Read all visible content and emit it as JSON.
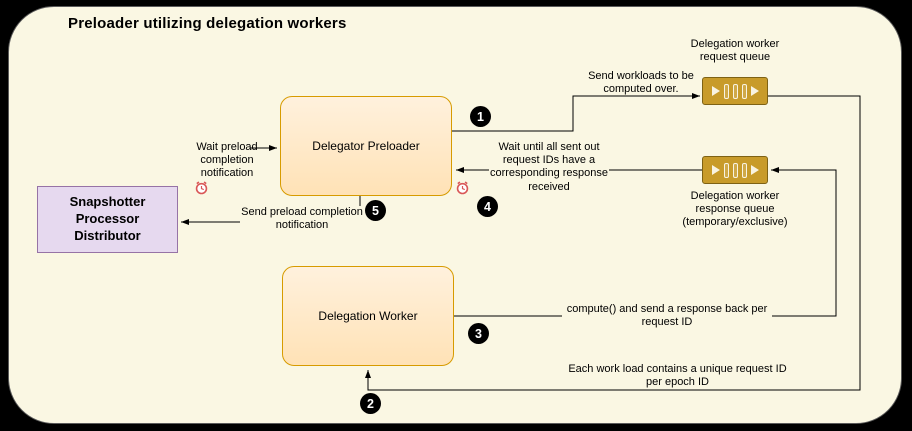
{
  "title": "Preloader utilizing delegation workers",
  "nodes": {
    "delegator_preloader": "Delegator Preloader",
    "delegation_worker": "Delegation Worker",
    "snapshotter": "Snapshotter Processor Distributor",
    "request_queue": "Delegation worker request queue",
    "response_queue": "Delegation worker response queue (temporary/exclusive)"
  },
  "edges": {
    "send_workloads": "Send workloads to be computed over.",
    "each_workload": "Each work load contains a unique request ID per epoch ID",
    "compute_response": "compute() and send a response back per request ID",
    "wait_responses": "Wait until all sent out request IDs have a corresponding response received",
    "send_preload": "Send preload completion notification",
    "wait_preload": "Wait preload completion notification"
  },
  "steps": {
    "s1": "1",
    "s2": "2",
    "s3": "3",
    "s4": "4",
    "s5": "5"
  },
  "icons": {
    "request_queue": "queue-icon",
    "response_queue": "queue-icon",
    "wait_preload_clock": "alarm-clock-icon",
    "wait_responses_clock": "alarm-clock-icon"
  },
  "colors": {
    "canvas_bg": "#000000",
    "panel_bg": "#FAF7E3",
    "process_fill": "#FFE7C4",
    "process_border": "#D79B00",
    "snapshotter_fill": "#E6D9EF",
    "snapshotter_border": "#9673A6",
    "queue_fill": "#C89B2A",
    "queue_border": "#7E6214",
    "step_badge": "#000000",
    "clock_red": "#D95757",
    "line": "#000000"
  }
}
